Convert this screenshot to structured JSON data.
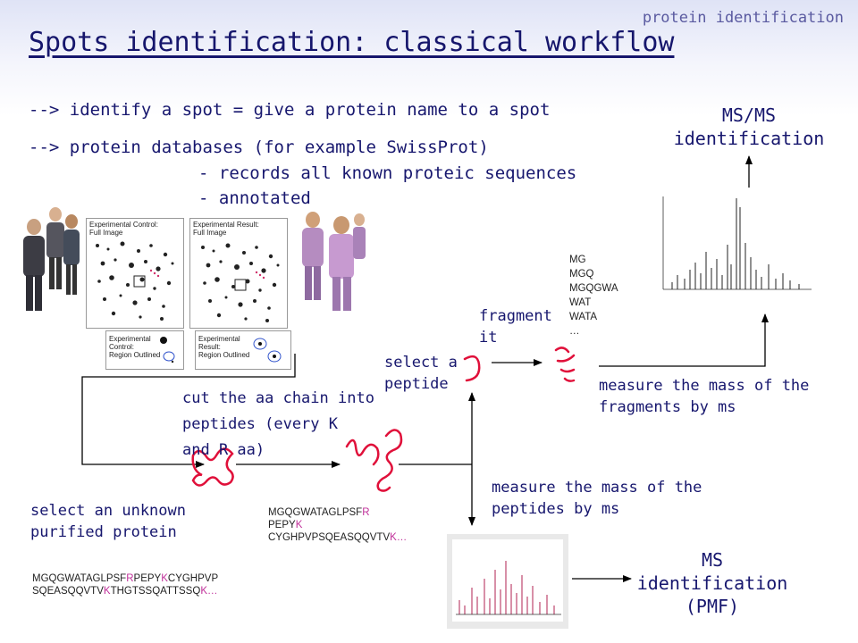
{
  "corner_label": "protein identification",
  "title": "Spots identification: classical workflow",
  "bullets": {
    "b1": "--> identify a spot = give a protein name to a spot",
    "b2": "--> protein databases (for example SwissProt)",
    "b2_sub1": "- records all known proteic sequences",
    "b2_sub2": "- annotated"
  },
  "gel_panels": {
    "control_title": "Experimental Control:\nFull Image",
    "result_title": "Experimental Result:\nFull Image",
    "control_region": "Experimental\nControl:\nRegion Outlined",
    "result_region": "Experimental\nResult:\nRegion Outlined"
  },
  "steps": {
    "select_protein": "select an unknown\npurified protein",
    "cut_chain": "cut the aa chain into\npeptides (every K\nand R aa)",
    "select_peptide": "select a\npeptide",
    "fragment": "fragment\nit",
    "measure_fragments": "measure the mass of the\nfragments by ms",
    "measure_peptides": "measure the mass of the\npeptides by ms"
  },
  "results": {
    "msms": "MS/MS\nidentification",
    "ms_pmf": "MS\nidentification\n(PMF)"
  },
  "sequences": {
    "full_line1_a": "MGQGWATAGLPSF",
    "full_line1_r": "R",
    "full_line1_b": "PEPY",
    "full_line1_k": "K",
    "full_line1_c": "CYGHPVP",
    "full_line2_a": "SQEASQQVTV",
    "full_line2_k": "K",
    "full_line2_b": "THGTSSQATTSSQ",
    "full_line2_k2": "K…",
    "pep1_a": "MGQGWATAGLPSF",
    "pep1_r": "R",
    "pep2_a": "PEPY",
    "pep2_k": "K",
    "pep3_a": "CYGHPVPSQEASQQVTV",
    "pep3_k": "K…"
  },
  "fragments": [
    "MG",
    "MGQ",
    "MGQGWA",
    "WAT",
    "WATA",
    "…"
  ],
  "colors": {
    "text": "#17176e",
    "accent_red": "#e0103a",
    "highlight_pink": "#c0309a"
  }
}
